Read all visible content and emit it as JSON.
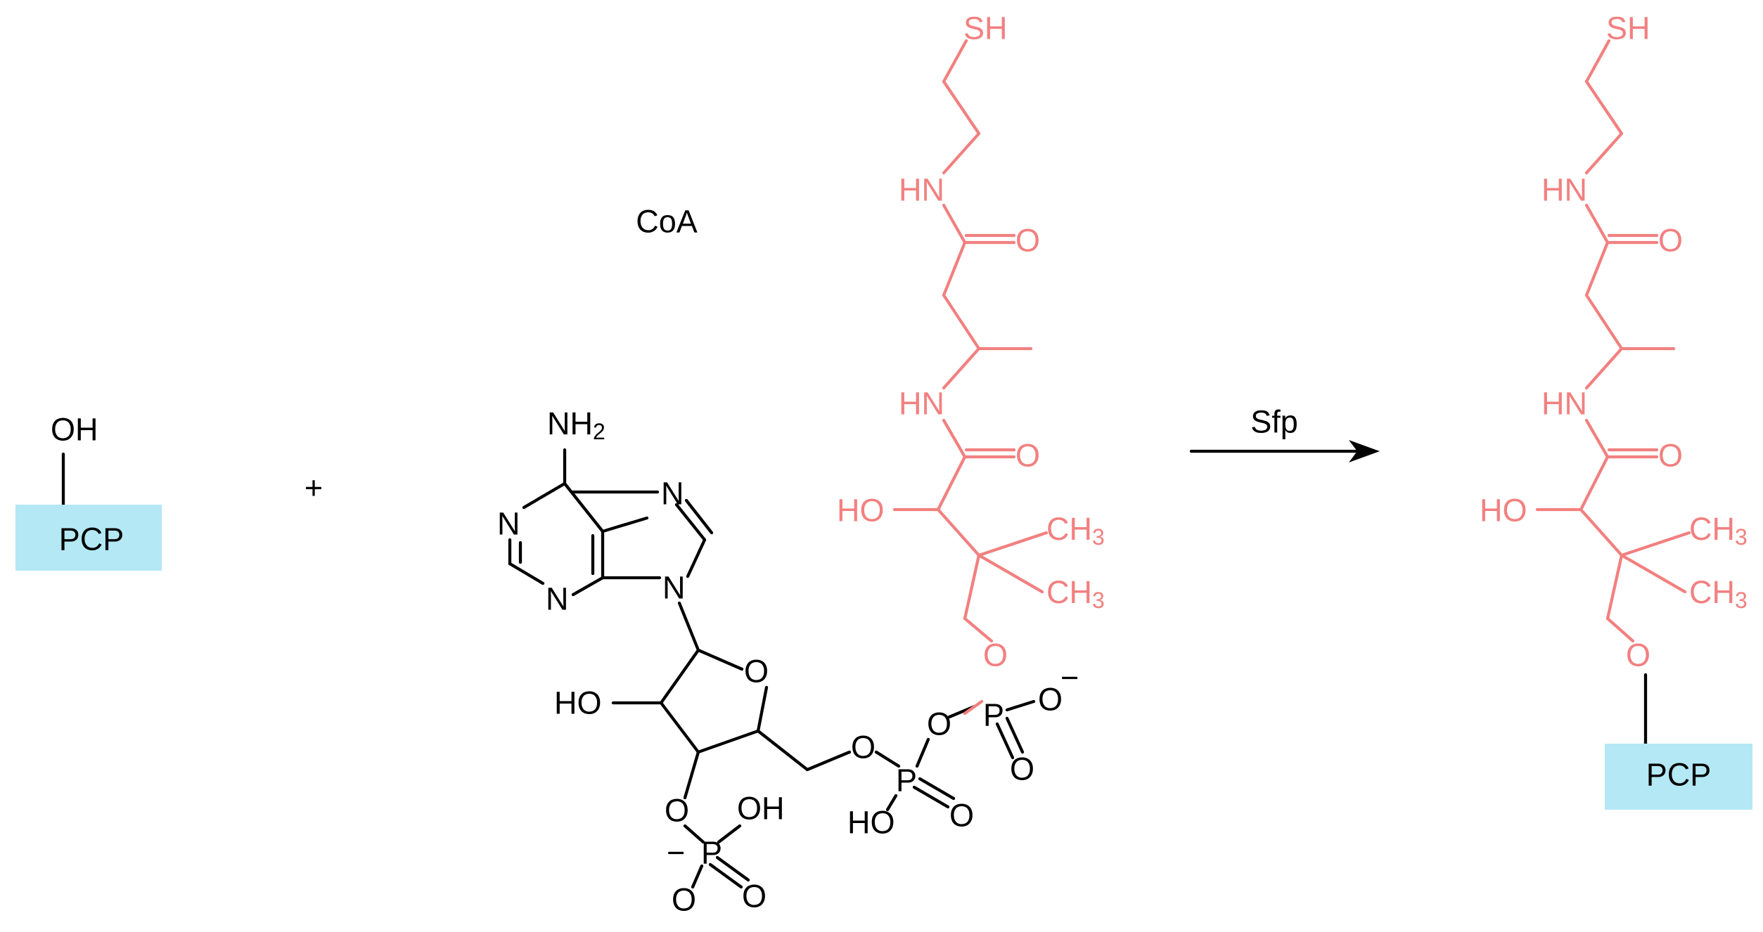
{
  "reactant_pcp": {
    "hydroxyl_label": "OH",
    "box_label": "PCP",
    "box_color": "#b4e8f5"
  },
  "plus_sign": "+",
  "coa": {
    "name_label": "CoA",
    "adenine_atoms": {
      "amino": "NH",
      "amino_sub": "2",
      "n1": "N",
      "n3": "N",
      "n7": "N",
      "n9": "N"
    },
    "ribose_atoms": {
      "ring_o": "O",
      "hydroxyl": "HO",
      "o3": "O"
    },
    "phosphate3_atoms": {
      "charge": "−",
      "p": "P",
      "oh": "OH",
      "o": "O"
    },
    "pyrophosphate_atoms": {
      "o5": "O",
      "p1": "P",
      "p1_oh": "HO",
      "p1_o": "O",
      "bridge_o": "O",
      "p2": "P",
      "p2_o_minus": "O",
      "p2_charge": "−",
      "p2_o": "O"
    },
    "pantetheine_atoms": {
      "sh": "SH",
      "hn1": "HN",
      "o1": "O",
      "hn2": "HN",
      "o2": "O",
      "ho": "HO",
      "ch3": "CH",
      "ch3_sub": "3",
      "o_link": "O"
    }
  },
  "arrow": {
    "enzyme_label": "Sfp"
  },
  "product": {
    "pantetheine_atoms": {
      "sh": "SH",
      "hn1": "HN",
      "o1": "O",
      "hn2": "HN",
      "o2": "O",
      "ho": "HO",
      "ch3": "CH",
      "ch3_sub": "3",
      "o_link": "O"
    },
    "box_label": "PCP",
    "box_color": "#b4e8f5"
  },
  "colors": {
    "black_structure": "#000000",
    "pantetheine_highlight": "#f28080",
    "background": "#ffffff"
  }
}
